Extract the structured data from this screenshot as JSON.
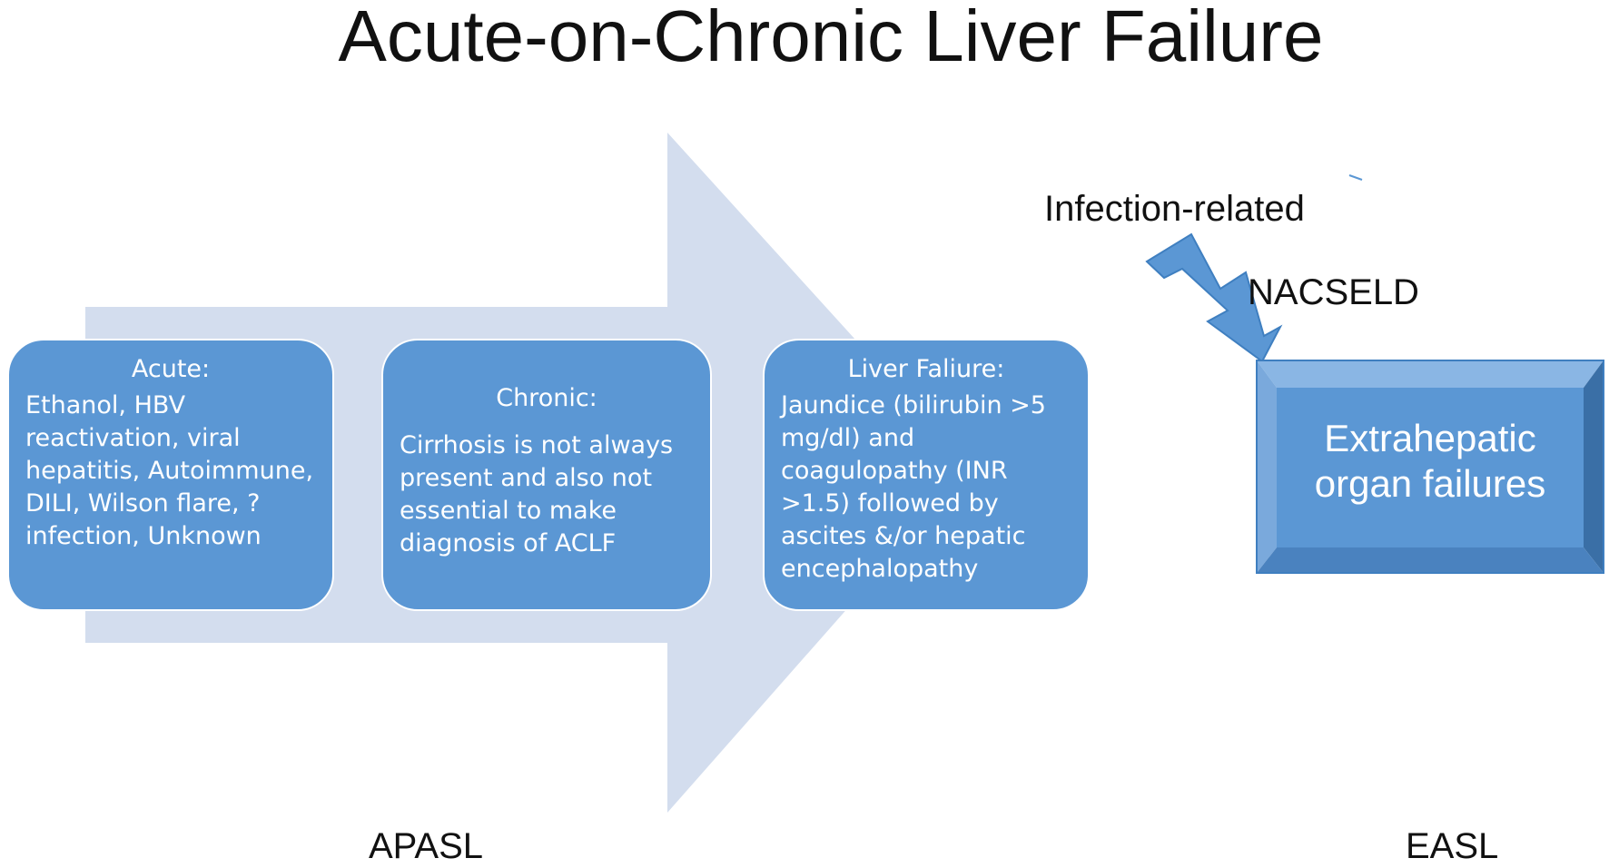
{
  "title": "Acute-on-Chronic Liver Failure",
  "boxes": [
    {
      "heading": "Acute:",
      "body": "Ethanol, HBV reactivation, viral hepatitis, Autoimmune, DILI, Wilson  flare, ?infection, Unknown"
    },
    {
      "heading": "Chronic:",
      "body": "Cirrhosis is not always present and also not essential to make diagnosis of ACLF"
    },
    {
      "heading": "Liver Faliure:",
      "body": "Jaundice (bilirubin >5 mg/dl)  and coagulopathy (INR >1.5) followed by ascites &/or  hepatic encephalopathy"
    }
  ],
  "organ_box": "Extrahepatic organ failures",
  "infection_label": "Infection-related",
  "nacseld_label": "NACSELD",
  "apasl_label": "APASL",
  "easl_label": "EASL",
  "colors": {
    "arrow": "#d3ddee",
    "box": "#5b97d4",
    "bolt": "#5b97d4",
    "organ_face": "#5b97d4",
    "organ_bevel_light": "#8ab6e4",
    "organ_bevel_dark": "#3a6fa6"
  },
  "icons": [
    "big-arrow",
    "lightning-bolt-icon"
  ]
}
